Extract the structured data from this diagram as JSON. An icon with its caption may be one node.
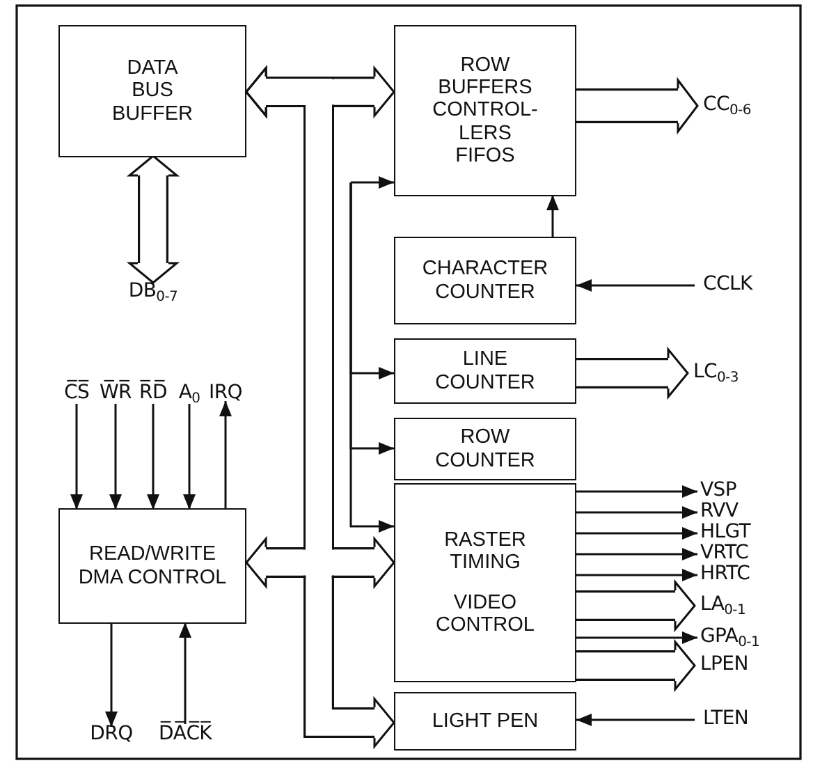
{
  "diagram": {
    "nodes": [
      {
        "text": [
          "DATA BUS BUFFER"
        ]
      },
      {
        "text": [
          "ROW BUFFERS CONTROL- LERS FIFOS"
        ]
      },
      {
        "text": [
          "CHARACTER COUNTER"
        ]
      },
      {
        "text": [
          "LINE COUNTER"
        ]
      },
      {
        "text": [
          "ROW COUNTER"
        ]
      },
      {
        "text": [
          "RASTER TIMING",
          "VIDEO CONTROL"
        ]
      },
      {
        "text": [
          "READ/WRITE DMA CONTROL"
        ]
      },
      {
        "text": [
          "LIGHT PEN"
        ]
      },
      {
        "text": [
          "DB$_{0-7}$"
        ]
      },
      {
        "text": [
          "CC$_{0-6}$"
        ]
      },
      {
        "text": [
          "CCLK"
        ]
      },
      {
        "text": [
          "LC$_{0-3}$"
        ]
      },
      {
        "text": [
          "VSP"
        ]
      },
      {
        "text": [
          "RVV"
        ]
      },
      {
        "text": [
          "HLGT"
        ]
      },
      {
        "text": [
          "VRTC"
        ]
      },
      {
        "text": [
          "HRTC"
        ]
      },
      {
        "text": [
          "LA$_{0-1}$"
        ]
      },
      {
        "text": [
          "GPA$_{0-1}$"
        ]
      },
      {
        "text": [
          "LPEN"
        ]
      },
      {
        "text": [
          "LTEN"
        ]
      },
      {
        "text": [
          "C̅S̅"
        ]
      },
      {
        "text": [
          "W̅R̅"
        ]
      },
      {
        "text": [
          "R̅D̅"
        ]
      },
      {
        "text": [
          "A$_{0}$"
        ]
      },
      {
        "text": [
          "IRQ"
        ]
      },
      {
        "text": [
          "DRQ"
        ]
      },
      {
        "text": [
          "D̅A̅C̅K̅"
        ]
      }
    ],
    "edges": [
      {
        "from": 0,
        "to": 1,
        "arrow": "both",
        "style": "thick"
      },
      {
        "from": 0,
        "to": 6,
        "arrow": "both",
        "style": "thick"
      },
      {
        "from": 0,
        "to": 5,
        "arrow": "both",
        "style": "thick"
      },
      {
        "from": 0,
        "to": 7,
        "arrow": "both",
        "style": "thick"
      },
      {
        "from": 0,
        "to": 8,
        "arrow": "both",
        "style": "thick"
      },
      {
        "from": null,
        "to": 1,
        "arrow": "to"
      },
      {
        "from": null,
        "to": 3,
        "arrow": "to"
      },
      {
        "from": null,
        "to": 4,
        "arrow": "to"
      },
      {
        "from": null,
        "to": 5,
        "arrow": "to"
      },
      {
        "from": 1,
        "to": 9,
        "arrow": "to",
        "style": "thick"
      },
      {
        "from": 2,
        "to": 1,
        "arrow": "to"
      },
      {
        "from": 10,
        "to": 2,
        "arrow": "to"
      },
      {
        "from": 3,
        "to": 11,
        "arrow": "to",
        "style": "thick"
      },
      {
        "from": 5,
        "to": 12,
        "arrow": "to"
      },
      {
        "from": 5,
        "to": 13,
        "arrow": "to"
      },
      {
        "from": 5,
        "to": 14,
        "arrow": "to"
      },
      {
        "from": 5,
        "to": 15,
        "arrow": "to"
      },
      {
        "from": 5,
        "to": 16,
        "arrow": "to"
      },
      {
        "from": 5,
        "to": 17,
        "arrow": "to",
        "style": "thick"
      },
      {
        "from": 5,
        "to": 18,
        "arrow": "to"
      },
      {
        "from": 5,
        "to": 19,
        "arrow": "to",
        "style": "thick"
      },
      {
        "from": 20,
        "to": 7,
        "arrow": "to"
      },
      {
        "from": 21,
        "to": 6,
        "arrow": "to"
      },
      {
        "from": 22,
        "to": 6,
        "arrow": "to"
      },
      {
        "from": 23,
        "to": 6,
        "arrow": "to"
      },
      {
        "from": 24,
        "to": 6,
        "arrow": "to"
      },
      {
        "from": 6,
        "to": 25,
        "arrow": "to"
      },
      {
        "from": 6,
        "to": 26,
        "arrow": "to"
      },
      {
        "from": 27,
        "to": 6,
        "arrow": "to"
      }
    ]
  }
}
